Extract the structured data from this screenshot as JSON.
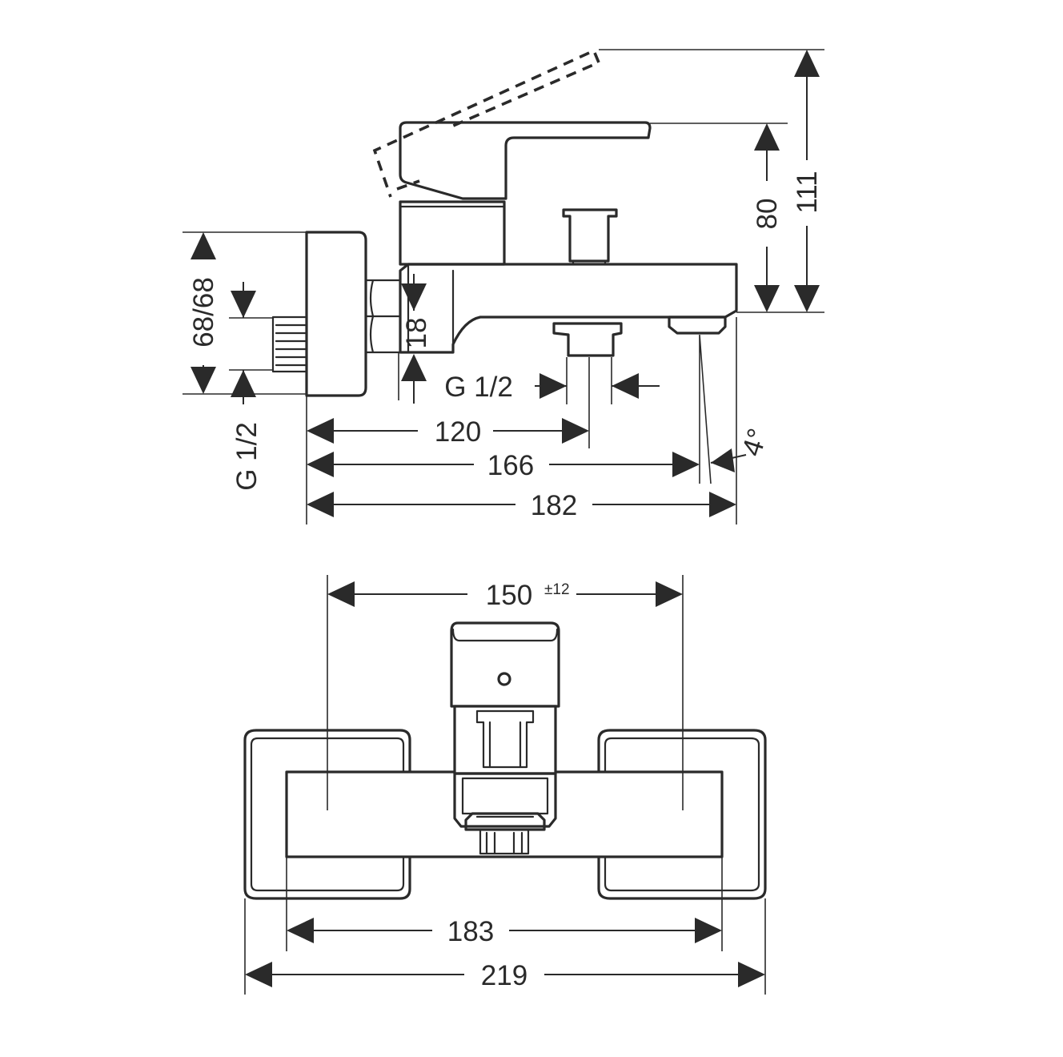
{
  "side_view": {
    "dim_total_height": "111",
    "dim_lever_height": "80",
    "dim_projection_total": "182",
    "dim_projection_spout": "166",
    "dim_projection_outlet": "120",
    "dim_wall_plate": "68/68",
    "dim_connection_height": "18",
    "thread_wall": "G 1/2",
    "thread_outlet": "G 1/2",
    "spout_angle": "4°"
  },
  "top_view": {
    "dim_centre_distance": "150",
    "dim_centre_tolerance": "±12",
    "dim_body_width": "183",
    "dim_overall_width": "219"
  }
}
